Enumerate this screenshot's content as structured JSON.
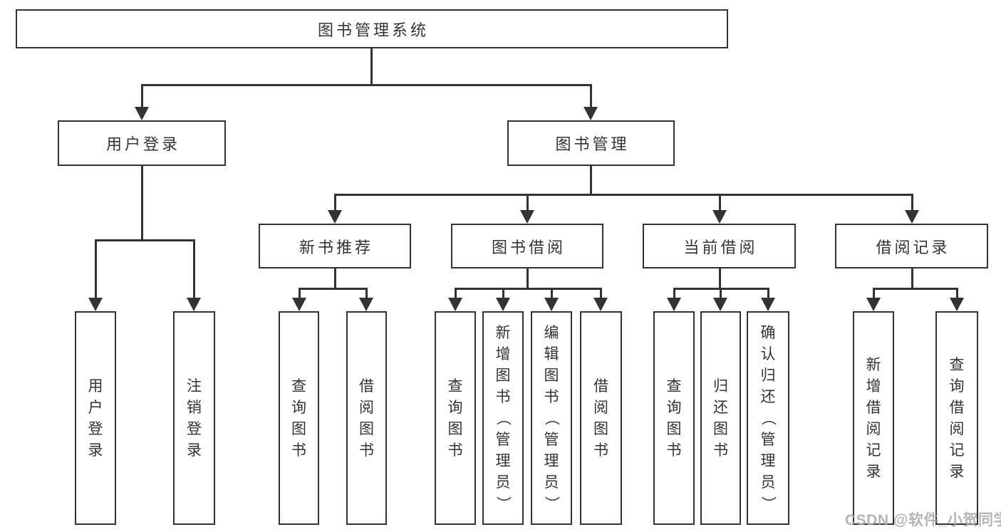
{
  "tree": {
    "root": {
      "label": "图书管理系统"
    },
    "user": {
      "label": "用户登录",
      "children": {
        "login": {
          "label": "用户登录"
        },
        "logout": {
          "label": "注销登录"
        }
      }
    },
    "mgmt": {
      "label": "图书管理",
      "children": {
        "rec": {
          "label": "新书推荐",
          "children": {
            "query": {
              "label": "查询图书"
            },
            "borrow": {
              "label": "借阅图书"
            }
          }
        },
        "borrow": {
          "label": "图书借阅",
          "children": {
            "query": {
              "label": "查询图书"
            },
            "add": {
              "label": "新增图书（管理员）"
            },
            "edit": {
              "label": "编辑图书（管理员）"
            },
            "lend": {
              "label": "借阅图书"
            }
          }
        },
        "current": {
          "label": "当前借阅",
          "children": {
            "query": {
              "label": "查询图书"
            },
            "return": {
              "label": "归还图书"
            },
            "confirm": {
              "label": "确认归还（管理员）"
            }
          }
        },
        "records": {
          "label": "借阅记录",
          "children": {
            "add": {
              "label": "新增借阅记录"
            },
            "query": {
              "label": "查询借阅记录"
            }
          }
        }
      }
    }
  },
  "watermark": {
    "text": "CSDN @软件_小贺同学"
  },
  "colors": {
    "line": "#333333",
    "box_border": "#333333",
    "text": "#333333",
    "watermark": "#a8a8a8",
    "background": "#ffffff"
  }
}
